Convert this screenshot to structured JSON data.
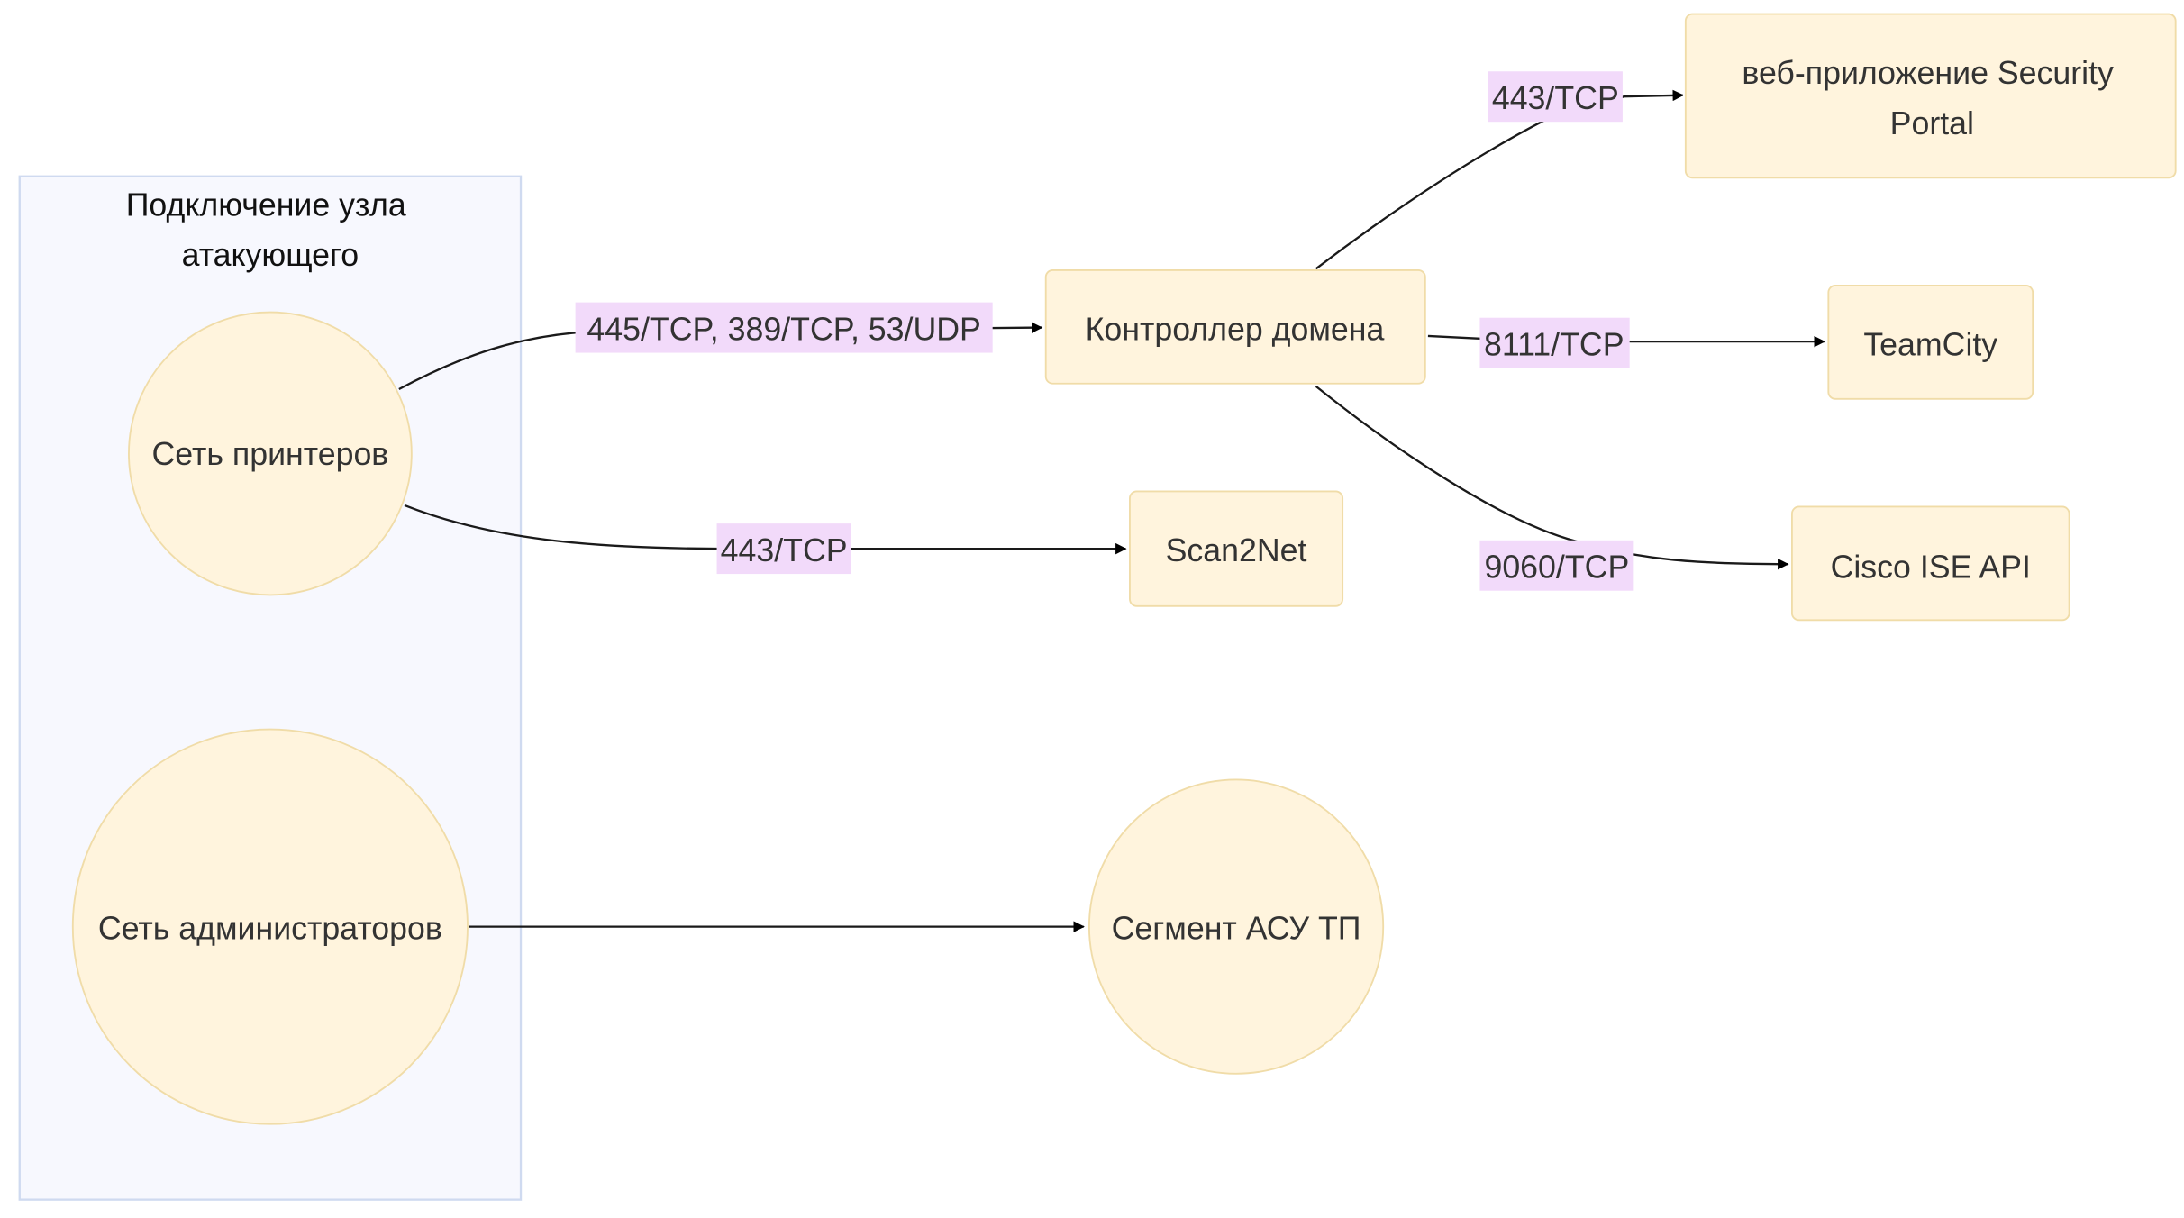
{
  "cluster": {
    "title_line1": "Подключение узла",
    "title_line2": "атакующего"
  },
  "nodes": {
    "printers": "Сеть принтеров",
    "admins": "Сеть администраторов",
    "dc": "Контроллер домена",
    "scan2net": "Scan2Net",
    "ics": "Сегмент АСУ ТП",
    "portal_line1": "веб-приложение Security",
    "portal_line2": "Portal",
    "teamcity": "TeamCity",
    "cisco": "Cisco ISE API"
  },
  "edges": {
    "printers_dc": "445/TCP, 389/TCP, 53/UDP",
    "printers_scan2net": "443/TCP",
    "dc_portal": "443/TCP",
    "dc_teamcity": "8111/TCP",
    "dc_cisco": "9060/TCP"
  },
  "colors": {
    "node_fill": "#fff4dd",
    "node_stroke": "#f0dca8",
    "cluster_fill": "#f7f8fe",
    "cluster_stroke": "#cfdaf0",
    "edge_label_bg": "#f2dafa"
  }
}
